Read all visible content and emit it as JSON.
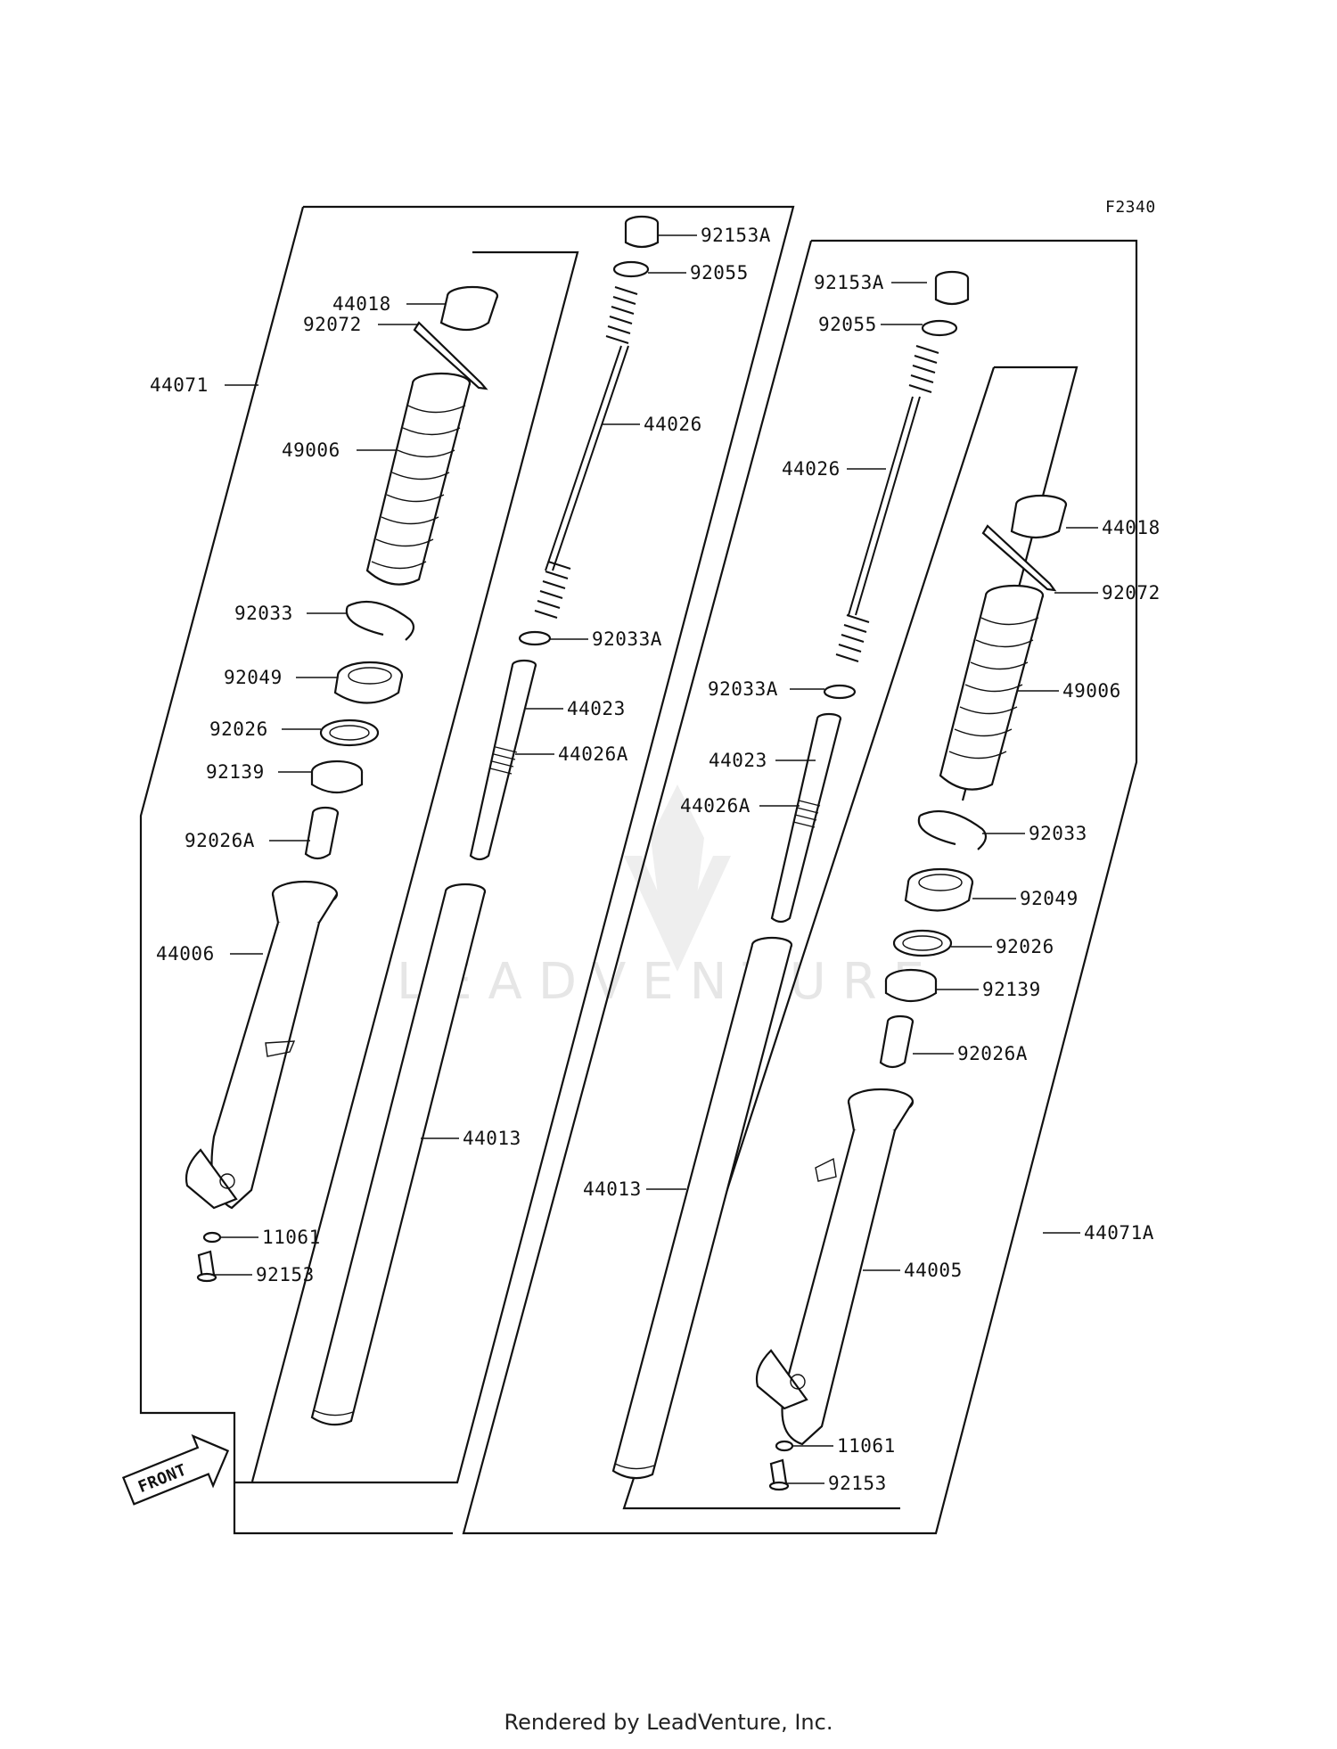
{
  "diagram_id": "F2340",
  "watermark": "LEADVENTURE",
  "footer": "Rendered by LeadVenture, Inc.",
  "front_arrow_text": "FRONT",
  "labels": {
    "L_44071": "44071",
    "L_44018": "44018",
    "L_92072": "92072",
    "L_49006": "49006",
    "L_92033": "92033",
    "L_92049": "92049",
    "L_92026": "92026",
    "L_92139": "92139",
    "L_92026A": "92026A",
    "L_44006": "44006",
    "L_11061": "11061",
    "L_92153": "92153",
    "L_92153A": "92153A",
    "L_92055": "92055",
    "L_44026": "44026",
    "L_92033A": "92033A",
    "L_44023": "44023",
    "L_44026A": "44026A",
    "L_44013": "44013",
    "R_92153A": "92153A",
    "R_92055": "92055",
    "R_44026": "44026",
    "R_44018": "44018",
    "R_92072": "92072",
    "R_92033A": "92033A",
    "R_49006": "49006",
    "R_44023": "44023",
    "R_44026A": "44026A",
    "R_92033": "92033",
    "R_92049": "92049",
    "R_92026": "92026",
    "R_92139": "92139",
    "R_92026A": "92026A",
    "R_44013": "44013",
    "R_44071A": "44071A",
    "R_44005": "44005",
    "R_11061": "11061",
    "R_92153": "92153"
  }
}
